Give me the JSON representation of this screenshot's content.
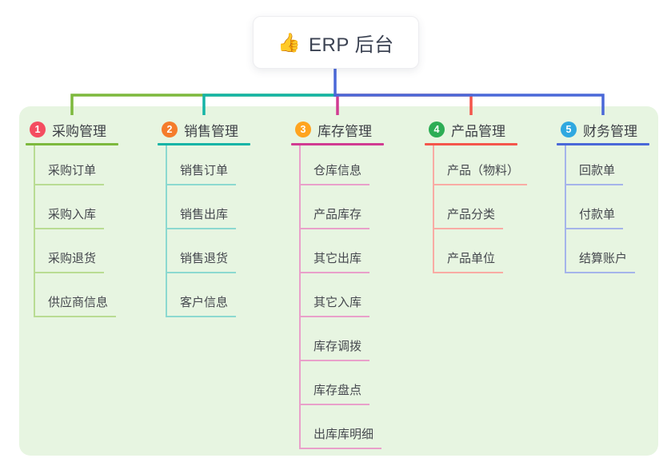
{
  "root": {
    "icon": "thumbs-up-icon",
    "icon_char": "👍",
    "title": "ERP 后台"
  },
  "panel_color": "#e7f5e1",
  "root_line_color": "#4a68d8",
  "branches": [
    {
      "num": "1",
      "label": "采购管理",
      "badge_color": "#f44d60",
      "line_color": "#7db93d",
      "line_light": "#b9dc93",
      "children": [
        "采购订单",
        "采购入库",
        "采购退货",
        "供应商信息"
      ]
    },
    {
      "num": "2",
      "label": "销售管理",
      "badge_color": "#f57c2b",
      "line_color": "#14b4a6",
      "line_light": "#8cd9d0",
      "children": [
        "销售订单",
        "销售出库",
        "销售退货",
        "客户信息"
      ]
    },
    {
      "num": "3",
      "label": "库存管理",
      "badge_color": "#ffa41f",
      "line_color": "#d13b92",
      "line_light": "#e9a0ca",
      "children": [
        "仓库信息",
        "产品库存",
        "其它出库",
        "其它入库",
        "库存调拨",
        "库存盘点",
        "出库库明细"
      ]
    },
    {
      "num": "4",
      "label": "产品管理",
      "badge_color": "#2dad55",
      "line_color": "#f4554b",
      "line_light": "#f9aba4",
      "children": [
        "产品（物料）",
        "产品分类",
        "产品单位"
      ]
    },
    {
      "num": "5",
      "label": "财务管理",
      "badge_color": "#2fa8e0",
      "line_color": "#4a68d8",
      "line_light": "#a5b4ea",
      "children": [
        "回款单",
        "付款单",
        "结算账户"
      ]
    }
  ]
}
